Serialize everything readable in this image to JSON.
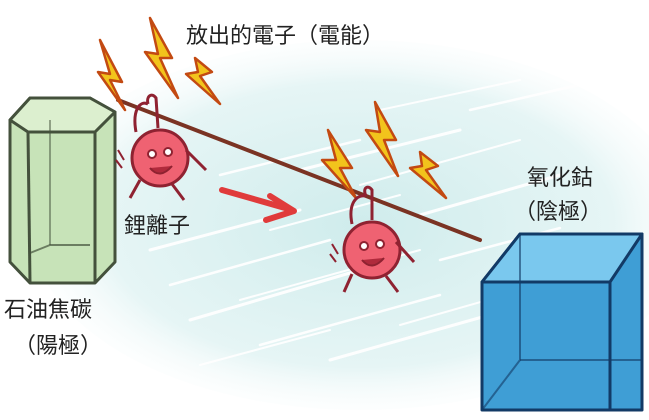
{
  "labels": {
    "electrons": "放出的電子（電能）",
    "lithium_ion": "鋰離子",
    "anode_name": "石油焦碳",
    "anode_role": "（陽極）",
    "cathode_name": "氧化鈷",
    "cathode_role": "（陰極）"
  },
  "colors": {
    "background_glow": "#cfecec",
    "anode_fill": "#c7e3b8",
    "anode_stroke": "#44513c",
    "cathode_fill": "#3f9ed5",
    "cathode_top": "#7ac8ee",
    "cathode_stroke": "#123a66",
    "ion_body": "#ef6272",
    "ion_stroke": "#8f2231",
    "lightning": "#f2c41c",
    "lightning_stroke": "#c34a12",
    "arrow": "#e03b3b",
    "wire": "#7a3323"
  },
  "icons": [
    "lightning-bolt-icon",
    "arrow-right-icon"
  ]
}
